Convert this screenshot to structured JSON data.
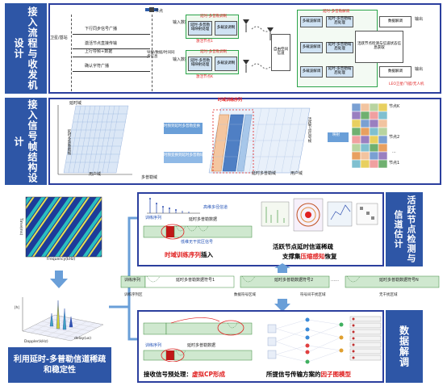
{
  "titles": {
    "process": "接入流程与收发机设计",
    "frame": "接入信号帧结构设计",
    "detect": "活跃节点检测与信道估计",
    "decode": "数据解调",
    "property": "利用延时-多普勒信道稀疏和稳定性"
  },
  "process": {
    "satellite_label": "卫星/基站",
    "node_label": "节点",
    "steps": [
      "下行同步信号广播",
      "激活节点直接传输",
      "上行导频+数据",
      "确认字符广播"
    ],
    "tx_top": {
      "input_label": "输入数据",
      "block1": "延时-多普勒域映射处理",
      "block2": "多载波调制",
      "header": "延时-多普勒调制",
      "active_label": "激活节点1"
    },
    "tx_bottom": {
      "input_label": "输入数据",
      "block1": "延时-多普勒域映射处理",
      "block2": "多载波调制",
      "header": "延时-多普勒调制",
      "active_label": "激活节点K"
    },
    "sync_label": "导频/数据/时间同步信息",
    "channel_label": "自由空间信道",
    "rx_demod": [
      "多载波解调",
      "多载波解调",
      "多载波解调"
    ],
    "rx_proc": [
      "延时-多普勒域后处理",
      "延时-多普勒域后处理",
      "延时-多普勒域后处理"
    ],
    "rx_header": "延时-多普勒解调",
    "rx_detect": "活跃节点检测与信道状态信息获取",
    "rx_data": [
      "数据解调",
      "数据解调"
    ],
    "output": [
      "输出",
      "输出"
    ],
    "leo_label": "LEO卫星/飞艇/无人机"
  },
  "frame": {
    "delay_axis": "延时域",
    "doppler_axis": "多普勒域",
    "user_axis": "用户域",
    "training_label": "时域训练序列",
    "doppler_data": "延时多普勒数据",
    "tf_transform": "时频到延时多普勒变换",
    "dd_transform": "时频变换到延时多普勒域",
    "nodes": [
      "节点K",
      "节点2",
      "节点1"
    ],
    "nodes_dots": "...",
    "delay_cols_label": "活跃节点信号帧",
    "map_label": "映射",
    "inverse_label": "延时多普勒域",
    "user_label": "用户域"
  },
  "detect": {
    "high_dim": "高维多径信道",
    "training": "训练序列",
    "dd_data": "延时多普勒数据",
    "zero_guard": "低维无干扰区信号",
    "insert_title_a": "时域训练序列",
    "insert_title_b": "插入",
    "sparse_title": "活跃节点延时信道稀疏",
    "support_a": "支撑集",
    "support_b": "压缩感知",
    "support_c": "恢复"
  },
  "frame_row": {
    "seg1": "训练序列",
    "seg1b": "延时多普勒数据符号1",
    "seg2": "延时多普勒数据符号2",
    "seg3": "延时多普勒数据符号N",
    "lab1": "训练序列区",
    "lab2": "数据符号区域",
    "lab3": "符号间干扰区域",
    "lab4": "无干扰区域",
    "dots": "……"
  },
  "decode": {
    "training": "训练序列",
    "dd_data": "延时多普勒数据",
    "preprocess_a": "接收信号预处理：",
    "preprocess_b": "虚拟CP形成",
    "factor_a": "所提信号传输方案的",
    "factor_b": "因子图模型"
  },
  "heatmap_axes": {
    "x": "Frequency(kHz)",
    "y": "Time(ms)"
  },
  "surface_axes": {
    "x": "Doppler(kHz)",
    "y": "delay(us)",
    "z": "|h|"
  },
  "colors": {
    "accent": "#2e56a6",
    "frame_border": "#2b3f9e",
    "highlight_red": "#e02020",
    "green": "#1a8a2a"
  }
}
